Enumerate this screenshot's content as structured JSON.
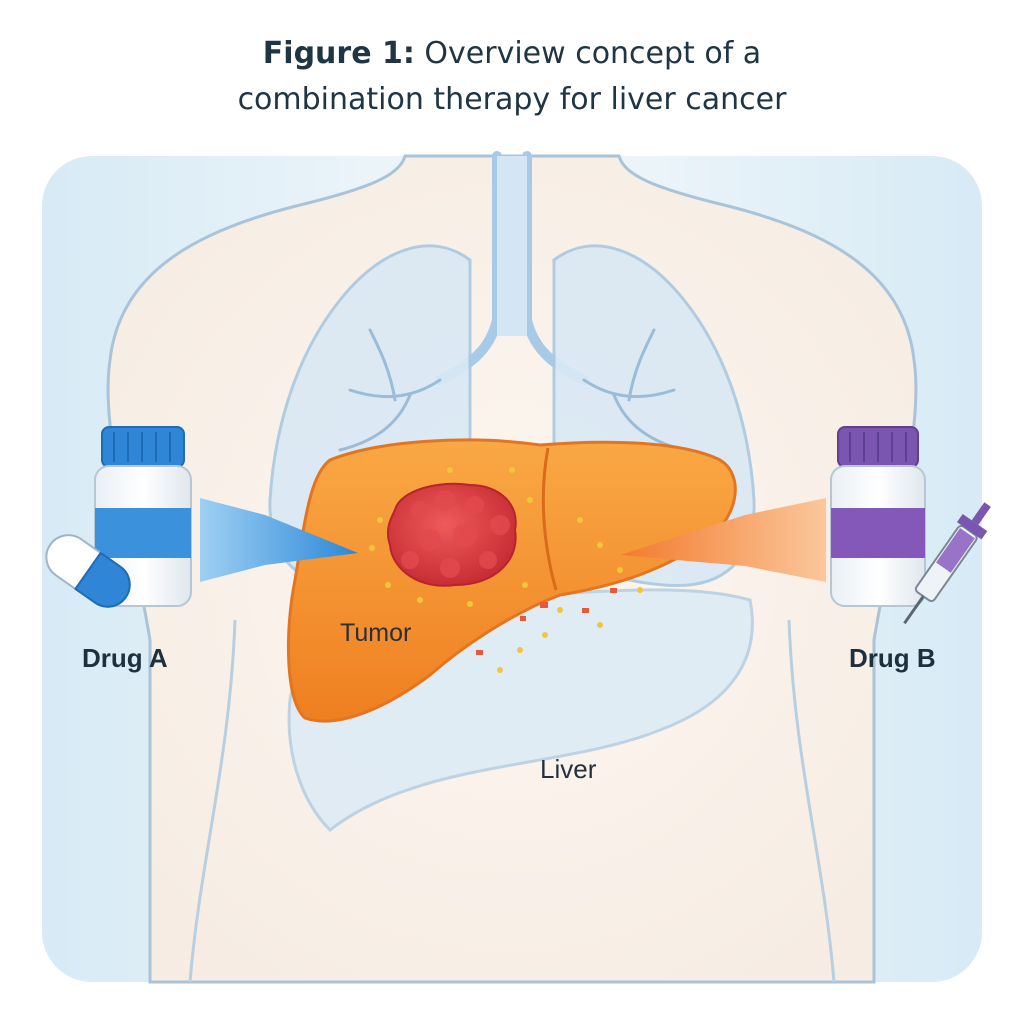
{
  "figure": {
    "title_bold": "Figure 1:",
    "title_rest": "Overview concept of a",
    "title_line2": "combination therapy for liver cancer"
  },
  "labels": {
    "drug_a": "Drug A",
    "drug_b": "Drug B",
    "tumor": "Tumor",
    "liver": "Liver"
  },
  "colors": {
    "drug_a_accent": "#2f86d6",
    "drug_b_accent": "#7b56b0",
    "liver": "#f4922f",
    "tumor": "#d83a3a",
    "lungs": "#c9dff0",
    "background_panel": "#e4f1f8"
  },
  "icons": [
    "pill-bottle-icon",
    "capsule-icon",
    "syringe-icon",
    "arrow-right-icon",
    "arrow-left-icon"
  ]
}
